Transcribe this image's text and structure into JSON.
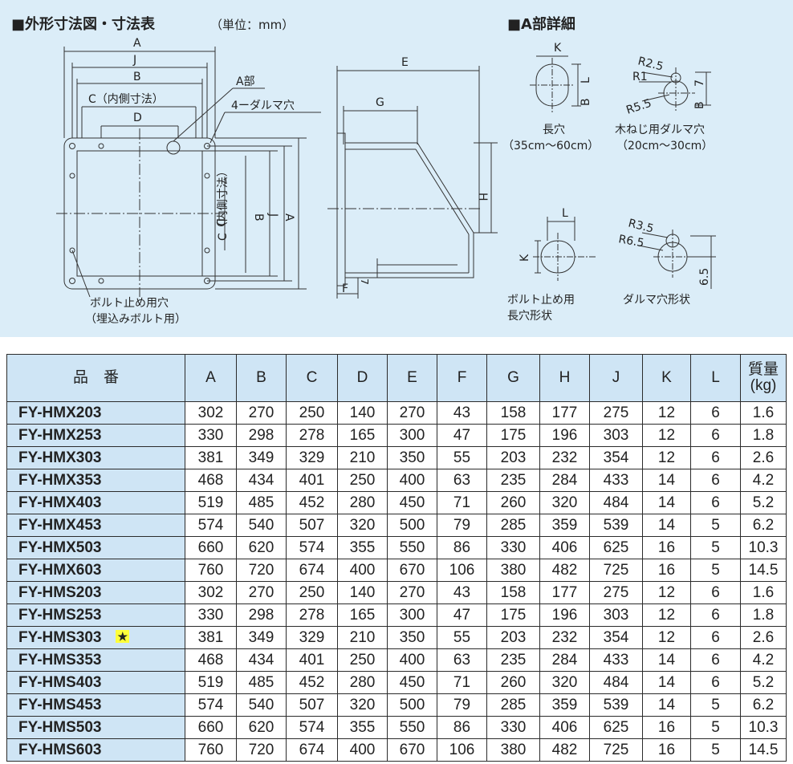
{
  "drawing": {
    "title": "■外形寸法図・寸法表",
    "unit": "（単位：mm）",
    "detail_title": "■A部詳細",
    "front": {
      "dims": [
        "A",
        "J",
        "B",
        "C（内側寸法）",
        "D"
      ],
      "callout_a": "A部",
      "callout_holes": "4ーダルマ穴",
      "side_dims": [
        "D",
        "C（内側寸法）",
        "B",
        "J",
        "A"
      ],
      "bolt_label_1": "ボルト止め用穴",
      "bolt_label_2": "（埋込みボルト用）"
    },
    "side": {
      "e": "E",
      "g": "G",
      "h": "H",
      "f": "F",
      "seven": "7"
    },
    "details": {
      "slot_k": "K",
      "slot_b": "B",
      "slot_l": "L",
      "slot_caption_1": "長穴",
      "slot_caption_2": "（35cm～60cm）",
      "daruma_r1": "R2.5",
      "daruma_r2": "R1",
      "daruma_r3": "R5.5",
      "daruma_b": "B",
      "daruma_7": "7",
      "daruma_caption_1": "木ねじ用ダルマ穴",
      "daruma_caption_2": "（20cm～30cm）",
      "bolt_l": "L",
      "bolt_k": "K",
      "bolt_caption_1": "ボルト止め用",
      "bolt_caption_2": "長穴形状",
      "shape_r1": "R3.5",
      "shape_r2": "R6.5",
      "shape_65": "6.5",
      "shape_caption": "ダルマ穴形状"
    }
  },
  "table": {
    "headers": [
      "品　番",
      "A",
      "B",
      "C",
      "D",
      "E",
      "F",
      "G",
      "H",
      "J",
      "K",
      "L",
      "質量\n(kg)"
    ],
    "rows": [
      [
        "FY-HMX203",
        "302",
        "270",
        "250",
        "140",
        "270",
        "43",
        "158",
        "177",
        "275",
        "12",
        "6",
        "1.6"
      ],
      [
        "FY-HMX253",
        "330",
        "298",
        "278",
        "165",
        "300",
        "47",
        "175",
        "196",
        "303",
        "12",
        "6",
        "1.8"
      ],
      [
        "FY-HMX303",
        "381",
        "349",
        "329",
        "210",
        "350",
        "55",
        "203",
        "232",
        "354",
        "12",
        "6",
        "2.6"
      ],
      [
        "FY-HMX353",
        "468",
        "434",
        "401",
        "250",
        "400",
        "63",
        "235",
        "284",
        "433",
        "14",
        "6",
        "4.2"
      ],
      [
        "FY-HMX403",
        "519",
        "485",
        "452",
        "280",
        "450",
        "71",
        "260",
        "320",
        "484",
        "14",
        "6",
        "5.2"
      ],
      [
        "FY-HMX453",
        "574",
        "540",
        "507",
        "320",
        "500",
        "79",
        "285",
        "359",
        "539",
        "14",
        "5",
        "6.2"
      ],
      [
        "FY-HMX503",
        "660",
        "620",
        "574",
        "355",
        "550",
        "86",
        "330",
        "406",
        "625",
        "16",
        "5",
        "10.3"
      ],
      [
        "FY-HMX603",
        "760",
        "720",
        "674",
        "400",
        "670",
        "106",
        "380",
        "482",
        "725",
        "16",
        "5",
        "14.5"
      ],
      [
        "FY-HMS203",
        "302",
        "270",
        "250",
        "140",
        "270",
        "43",
        "158",
        "177",
        "275",
        "12",
        "6",
        "1.6"
      ],
      [
        "FY-HMS253",
        "330",
        "298",
        "278",
        "165",
        "300",
        "47",
        "175",
        "196",
        "303",
        "12",
        "6",
        "1.8"
      ],
      [
        "FY-HMS303",
        "381",
        "349",
        "329",
        "210",
        "350",
        "55",
        "203",
        "232",
        "354",
        "12",
        "6",
        "2.6"
      ],
      [
        "FY-HMS353",
        "468",
        "434",
        "401",
        "250",
        "400",
        "63",
        "235",
        "284",
        "433",
        "14",
        "6",
        "4.2"
      ],
      [
        "FY-HMS403",
        "519",
        "485",
        "452",
        "280",
        "450",
        "71",
        "260",
        "320",
        "484",
        "14",
        "6",
        "5.2"
      ],
      [
        "FY-HMS453",
        "574",
        "540",
        "507",
        "320",
        "500",
        "79",
        "285",
        "359",
        "539",
        "14",
        "5",
        "6.2"
      ],
      [
        "FY-HMS503",
        "660",
        "620",
        "574",
        "355",
        "550",
        "86",
        "330",
        "406",
        "625",
        "16",
        "5",
        "10.3"
      ],
      [
        "FY-HMS603",
        "760",
        "720",
        "674",
        "400",
        "670",
        "106",
        "380",
        "482",
        "725",
        "16",
        "5",
        "14.5"
      ]
    ],
    "star_mark": "★",
    "star_row_index": 10
  }
}
